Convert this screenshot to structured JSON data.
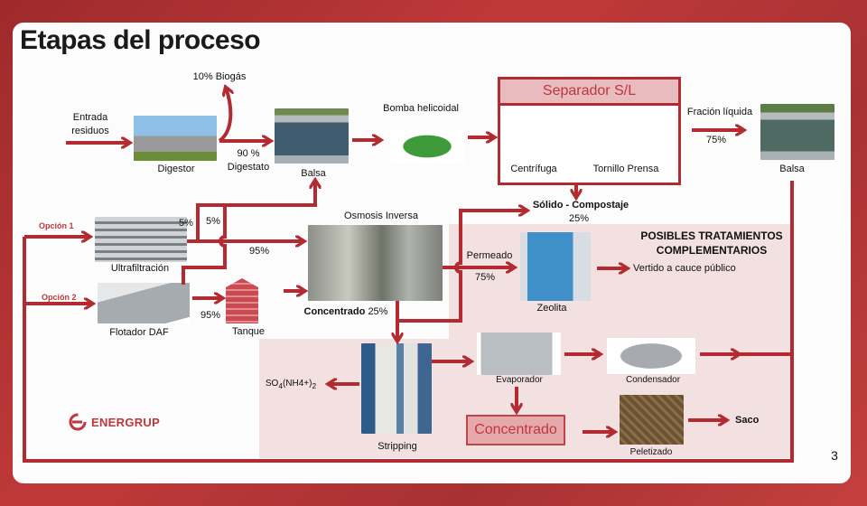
{
  "title": "Etapas del proceso",
  "page_number": "3",
  "colors": {
    "accent": "#b32a30",
    "panel": "#f3e0e1",
    "background": "#b5332f"
  },
  "logo": {
    "text": "ENERGRUP"
  },
  "labels": {
    "entrada_1": "Entrada",
    "entrada_2": "residuos",
    "digestor": "Digestor",
    "biogas": "10% Biogás",
    "digestato_pct": "90 %",
    "digestato": "Digestato",
    "balsa_1": "Balsa",
    "bomba": "Bomba helicoidal",
    "separador": "Separador S/L",
    "centrifuga": "Centrífuga",
    "tornillo": "Tornillo Prensa",
    "fraccion": "Fración líquida",
    "fraccion_pct": "75%",
    "balsa_2": "Balsa",
    "solido": "Sólido - Compostaje",
    "solido_pct": "25%",
    "opcion1": "Opción 1",
    "opcion2": "Opción 2",
    "ultrafiltracion": "Ultrafiltración",
    "flotador": "Flotador DAF",
    "uf_pct_a": "5%",
    "uf_pct_b": "5%",
    "uf_pct_c": "95%",
    "daf_pct": "95%",
    "tanque": "Tanque",
    "osmosis": "Osmosis Inversa",
    "concentrado_label": "Concentrado",
    "concentrado_pct": "25%",
    "permeado": "Permeado",
    "permeado_pct": "75%",
    "zeolita": "Zeolita",
    "vertido": "Vertido a cauce público",
    "posibles_1": "POSIBLES TRATAMIENTOS",
    "posibles_2": "COMPLEMENTARIOS",
    "stripping": "Stripping",
    "sulfato": "SO",
    "sulfato_sub1": "4",
    "sulfato_mid": "(NH4+)",
    "sulfato_sub2": "2",
    "evaporador": "Evaporador",
    "condensador": "Condensador",
    "concentrado_box": "Concentrado",
    "peletizado": "Peletizado",
    "saco": "Saco"
  },
  "images": {
    "digestor": "digester-photo",
    "balsa": "pond-photo",
    "bomba": "pump-photo",
    "centrifuga": "centrifuge-photo",
    "tornillo": "screw-press-photo",
    "ultrafiltracion": "ultrafiltration-photo",
    "flotador": "daf-photo",
    "tanque": "tank-icon",
    "osmosis": "reverse-osmosis-photo",
    "zeolita": "zeolite-photo",
    "stripping": "stripping-tower-photo",
    "evaporador": "evaporator-photo",
    "condensador": "condenser-photo",
    "peletizado": "pellets-photo"
  }
}
